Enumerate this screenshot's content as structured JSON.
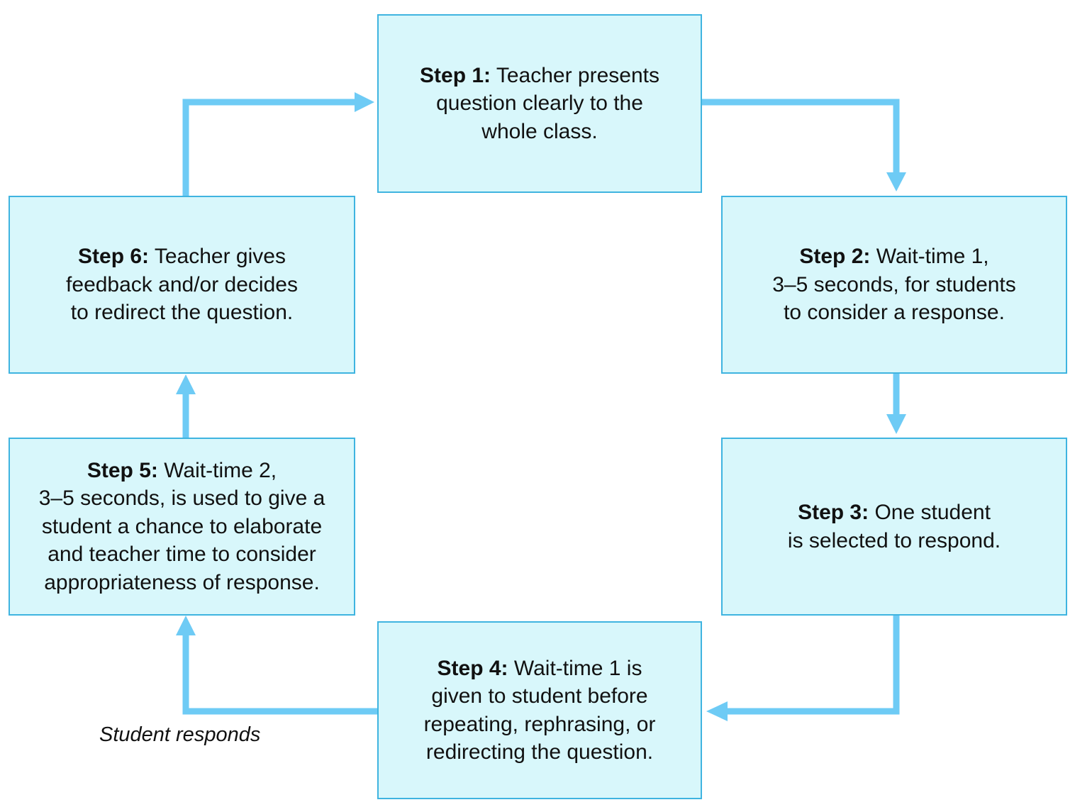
{
  "colors": {
    "box_fill": "#d8f7fb",
    "box_border": "#3fb4e0",
    "arrow": "#6ecbf5",
    "text": "#111111"
  },
  "steps": [
    {
      "label": "Step 1:",
      "text": "Teacher presents\nquestion clearly to the\nwhole class."
    },
    {
      "label": "Step 2:",
      "text": "Wait-time 1,\n3–5 seconds, for students\nto consider a response."
    },
    {
      "label": "Step 3:",
      "text": "One student\nis selected to respond."
    },
    {
      "label": "Step 4:",
      "text": "Wait-time 1 is\ngiven to student before\nrepeating, rephrasing, or\nredirecting the question."
    },
    {
      "label": "Step 5:",
      "text": "Wait-time 2,\n3–5 seconds, is used to give a\nstudent a chance to elaborate\nand teacher time to consider\nappropriateness of response."
    },
    {
      "label": "Step 6:",
      "text": "Teacher gives\nfeedback and/or decides\nto redirect the question."
    }
  ],
  "annotation": "Student responds"
}
